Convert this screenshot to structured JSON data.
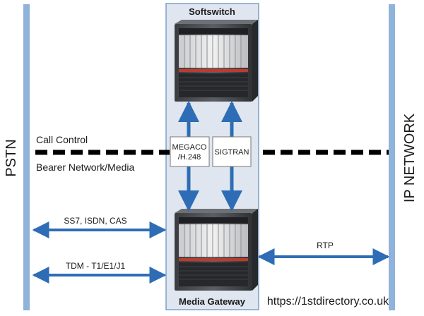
{
  "colors": {
    "rail": "#8fb3da",
    "arrow": "#2e6db5",
    "center_panel": "#dfe6ef",
    "center_panel_border": "#7aa0c8",
    "dash": "#000000"
  },
  "left_rail": {
    "label": "PSTN"
  },
  "right_rail": {
    "label": "IP NETWORK"
  },
  "center": {
    "top_device_label": "Softswitch",
    "bottom_device_label": "Media Gateway"
  },
  "planes": {
    "control_label": "Call Control",
    "bearer_label": "Bearer Network/Media"
  },
  "protocol_boxes": {
    "megaco_line1": "MEGACO",
    "megaco_line2": "/H.248",
    "sigtran": "SIGTRAN"
  },
  "links": {
    "ss7": "SS7, ISDN, CAS",
    "tdm": "TDM - T1/E1/J1",
    "rtp": "RTP"
  },
  "watermark": "https://1stdirectory.co.uk",
  "icons": [
    "server-chassis-icon",
    "double-arrow-icon"
  ]
}
